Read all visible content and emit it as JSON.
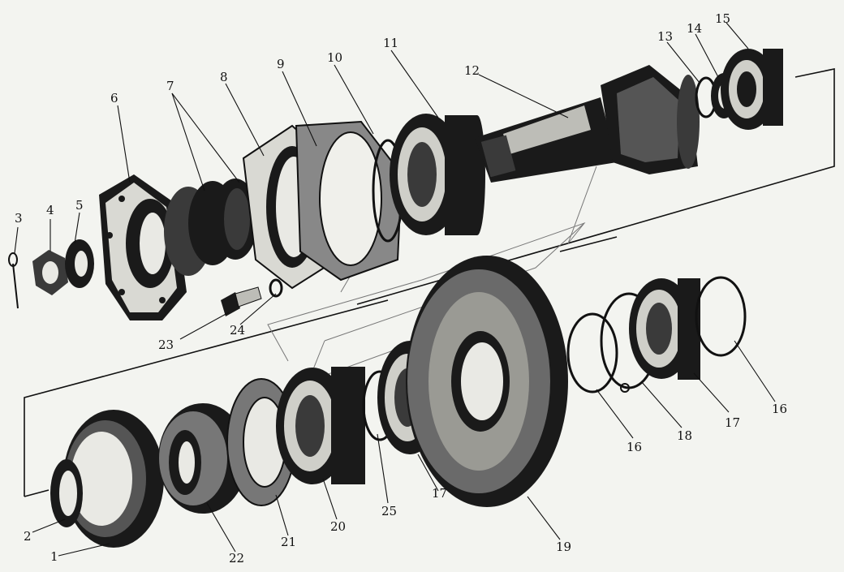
{
  "labels": [
    {
      "id": "part-1",
      "text": "1"
    },
    {
      "id": "part-2",
      "text": "2"
    },
    {
      "id": "part-3",
      "text": "3"
    },
    {
      "id": "part-4",
      "text": "4"
    },
    {
      "id": "part-5",
      "text": "5"
    },
    {
      "id": "part-6",
      "text": "6"
    },
    {
      "id": "part-7",
      "text": "7"
    },
    {
      "id": "part-8",
      "text": "8"
    },
    {
      "id": "part-9",
      "text": "9"
    },
    {
      "id": "part-10",
      "text": "10"
    },
    {
      "id": "part-11",
      "text": "11"
    },
    {
      "id": "part-12",
      "text": "12"
    },
    {
      "id": "part-13",
      "text": "13"
    },
    {
      "id": "part-14",
      "text": "14"
    },
    {
      "id": "part-15",
      "text": "15"
    },
    {
      "id": "part-16a",
      "text": "16"
    },
    {
      "id": "part-16b",
      "text": "16"
    },
    {
      "id": "part-17a",
      "text": "17"
    },
    {
      "id": "part-17b",
      "text": "17"
    },
    {
      "id": "part-18",
      "text": "18"
    },
    {
      "id": "part-19",
      "text": "19"
    },
    {
      "id": "part-20",
      "text": "20"
    },
    {
      "id": "part-21",
      "text": "21"
    },
    {
      "id": "part-22",
      "text": "22"
    },
    {
      "id": "part-23",
      "text": "23"
    },
    {
      "id": "part-24",
      "text": "24"
    },
    {
      "id": "part-25",
      "text": "25"
    }
  ]
}
